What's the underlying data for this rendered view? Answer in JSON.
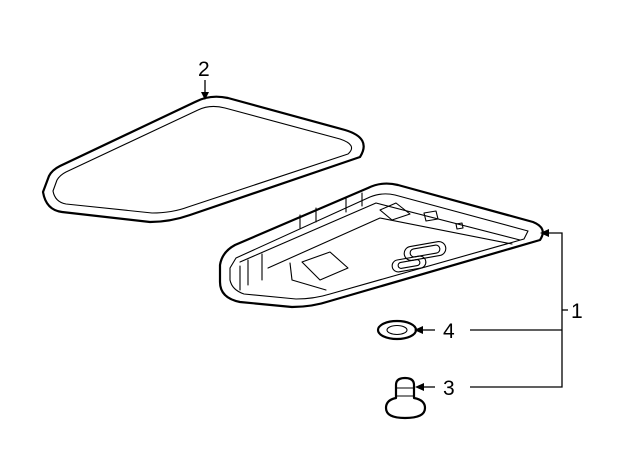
{
  "callouts": {
    "lens": "2",
    "assembly": "1",
    "gasket": "4",
    "screw": "3"
  },
  "colors": {
    "line": "#000000",
    "background": "#ffffff"
  }
}
